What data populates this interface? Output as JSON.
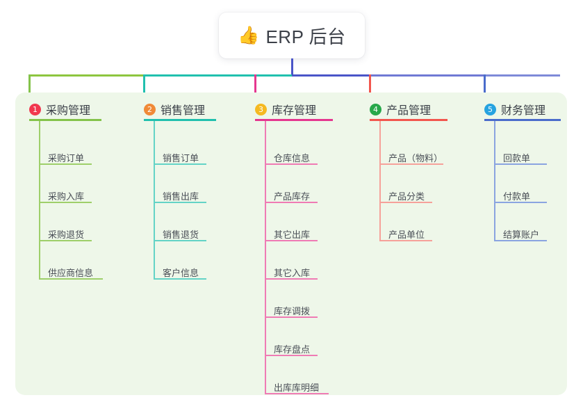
{
  "page": {
    "background": "#ffffff",
    "panel_background": "#eef7e9"
  },
  "title_card": {
    "icon": "thumbs-up-icon",
    "icon_glyph": "👍",
    "text": "ERP 后台",
    "background": "#ffffff"
  },
  "connector": {
    "center_color": "#4a55c8",
    "segments": [
      {
        "color": "#8dc63f"
      },
      {
        "color": "#21c0ae"
      },
      {
        "color": "#4a55c8"
      },
      {
        "color": "#6f79d4"
      },
      {
        "color": "#7e8ad8"
      }
    ]
  },
  "columns": [
    {
      "number": "1",
      "title": "采购管理",
      "badge_color": "#f1384f",
      "line_color": "#84c34b",
      "rule_color": "#9ecf6a",
      "items": [
        {
          "label": "采购订单"
        },
        {
          "label": "采购入库"
        },
        {
          "label": "采购退货"
        },
        {
          "label": "供应商信息"
        }
      ]
    },
    {
      "number": "2",
      "title": "销售管理",
      "badge_color": "#f08a37",
      "line_color": "#21c0ae",
      "rule_color": "#63d3c6",
      "items": [
        {
          "label": "销售订单"
        },
        {
          "label": "销售出库"
        },
        {
          "label": "销售退货"
        },
        {
          "label": "客户信息"
        }
      ]
    },
    {
      "number": "3",
      "title": "库存管理",
      "badge_color": "#f5b921",
      "line_color": "#e5378f",
      "rule_color": "#ef7bb4",
      "items": [
        {
          "label": "仓库信息"
        },
        {
          "label": "产品库存"
        },
        {
          "label": "其它出库"
        },
        {
          "label": "其它入库"
        },
        {
          "label": "库存调拨"
        },
        {
          "label": "库存盘点"
        },
        {
          "label": "出库库明细"
        }
      ]
    },
    {
      "number": "4",
      "title": "产品管理",
      "badge_color": "#27a84a",
      "line_color": "#f2564e",
      "rule_color": "#f6a19a",
      "items": [
        {
          "label": "产品（物料）"
        },
        {
          "label": "产品分类"
        },
        {
          "label": "产品单位"
        }
      ]
    },
    {
      "number": "5",
      "title": "财务管理",
      "badge_color": "#26a3e0",
      "line_color": "#4a6ccb",
      "rule_color": "#8aa4e0",
      "items": [
        {
          "label": "回款单"
        },
        {
          "label": "付款单"
        },
        {
          "label": "结算账户"
        }
      ]
    }
  ]
}
